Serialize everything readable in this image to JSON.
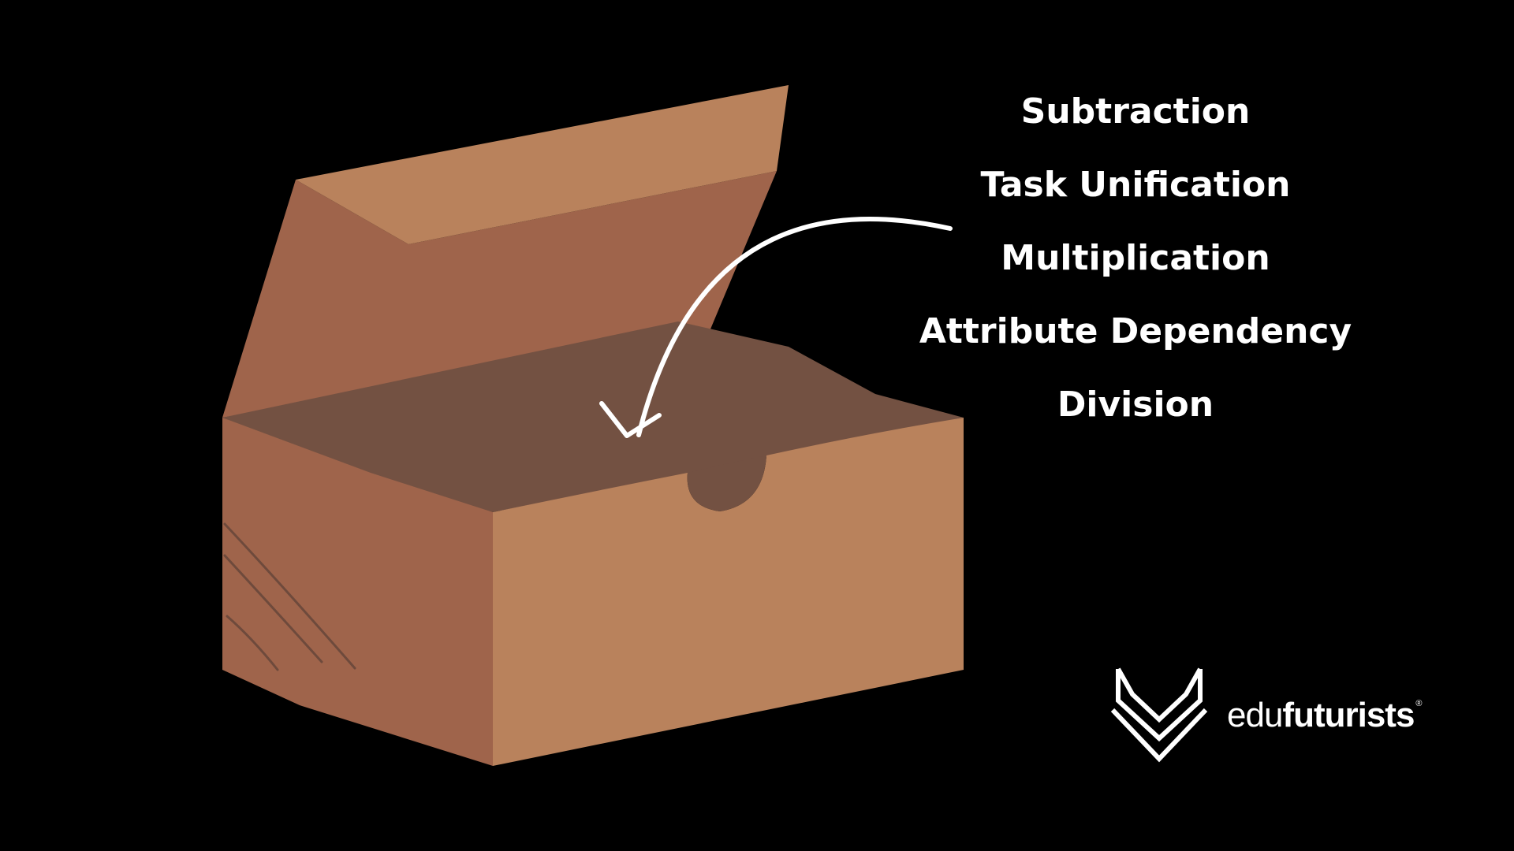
{
  "colors": {
    "background": "#000000",
    "box_side_dark": "#9f644b",
    "box_front_light": "#b9825c",
    "box_interior": "#735142",
    "lid_outer": "#b9825c",
    "lid_inner": "#9f644b",
    "text": "#ffffff"
  },
  "concepts": [
    "Subtraction",
    "Task Unification",
    "Multiplication",
    "Attribute Dependency",
    "Division"
  ],
  "icons": {
    "arrow": "curved-arrow-icon",
    "logo_mark": "fox-logo-icon"
  },
  "logo": {
    "prefix": "edu",
    "suffix": "futurists",
    "mark": "®"
  }
}
